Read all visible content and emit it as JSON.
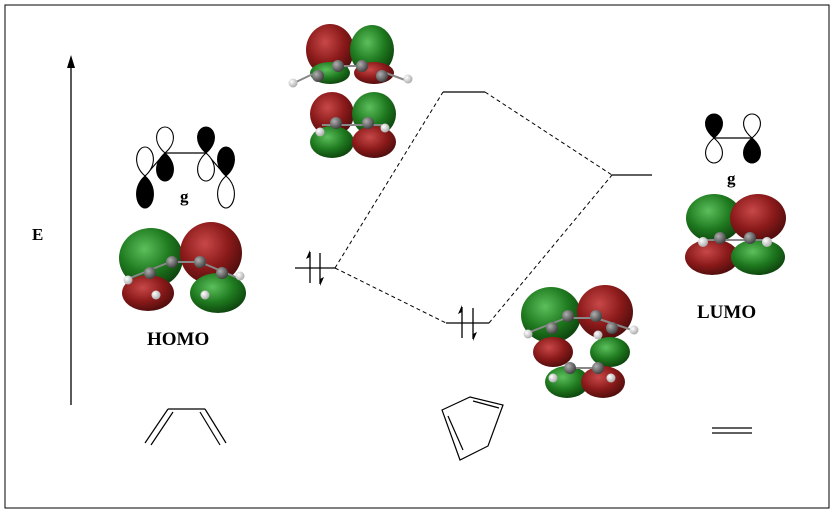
{
  "labels": {
    "energy_axis": "E",
    "homo": "HOMO",
    "lumo": "LUMO",
    "homo_symmetry": "g",
    "lumo_symmetry": "g"
  },
  "colors": {
    "orbital_red": "#8b1a1a",
    "orbital_green": "#1f7a1f",
    "atom_white": "#d8d8d8",
    "atom_gray": "#5a5a5a"
  },
  "electron_pairs": [
    {
      "level": "butadiene-homo",
      "electrons": 2
    },
    {
      "level": "interaction-bonding",
      "electrons": 2
    }
  ]
}
